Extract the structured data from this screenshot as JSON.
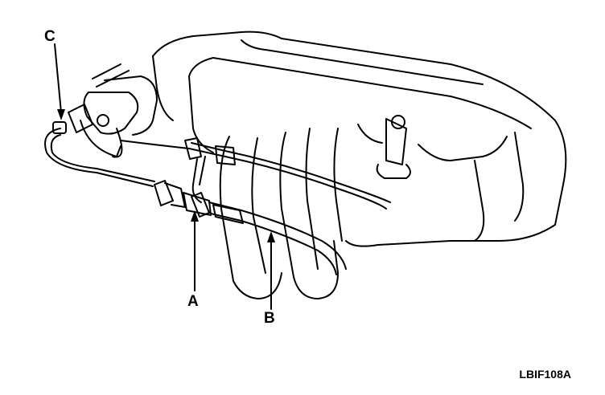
{
  "callouts": {
    "a": "A",
    "b": "B",
    "c": "C"
  },
  "figure_code": "LBIF108A",
  "colors": {
    "ink": "#000000",
    "paper": "#ffffff"
  }
}
